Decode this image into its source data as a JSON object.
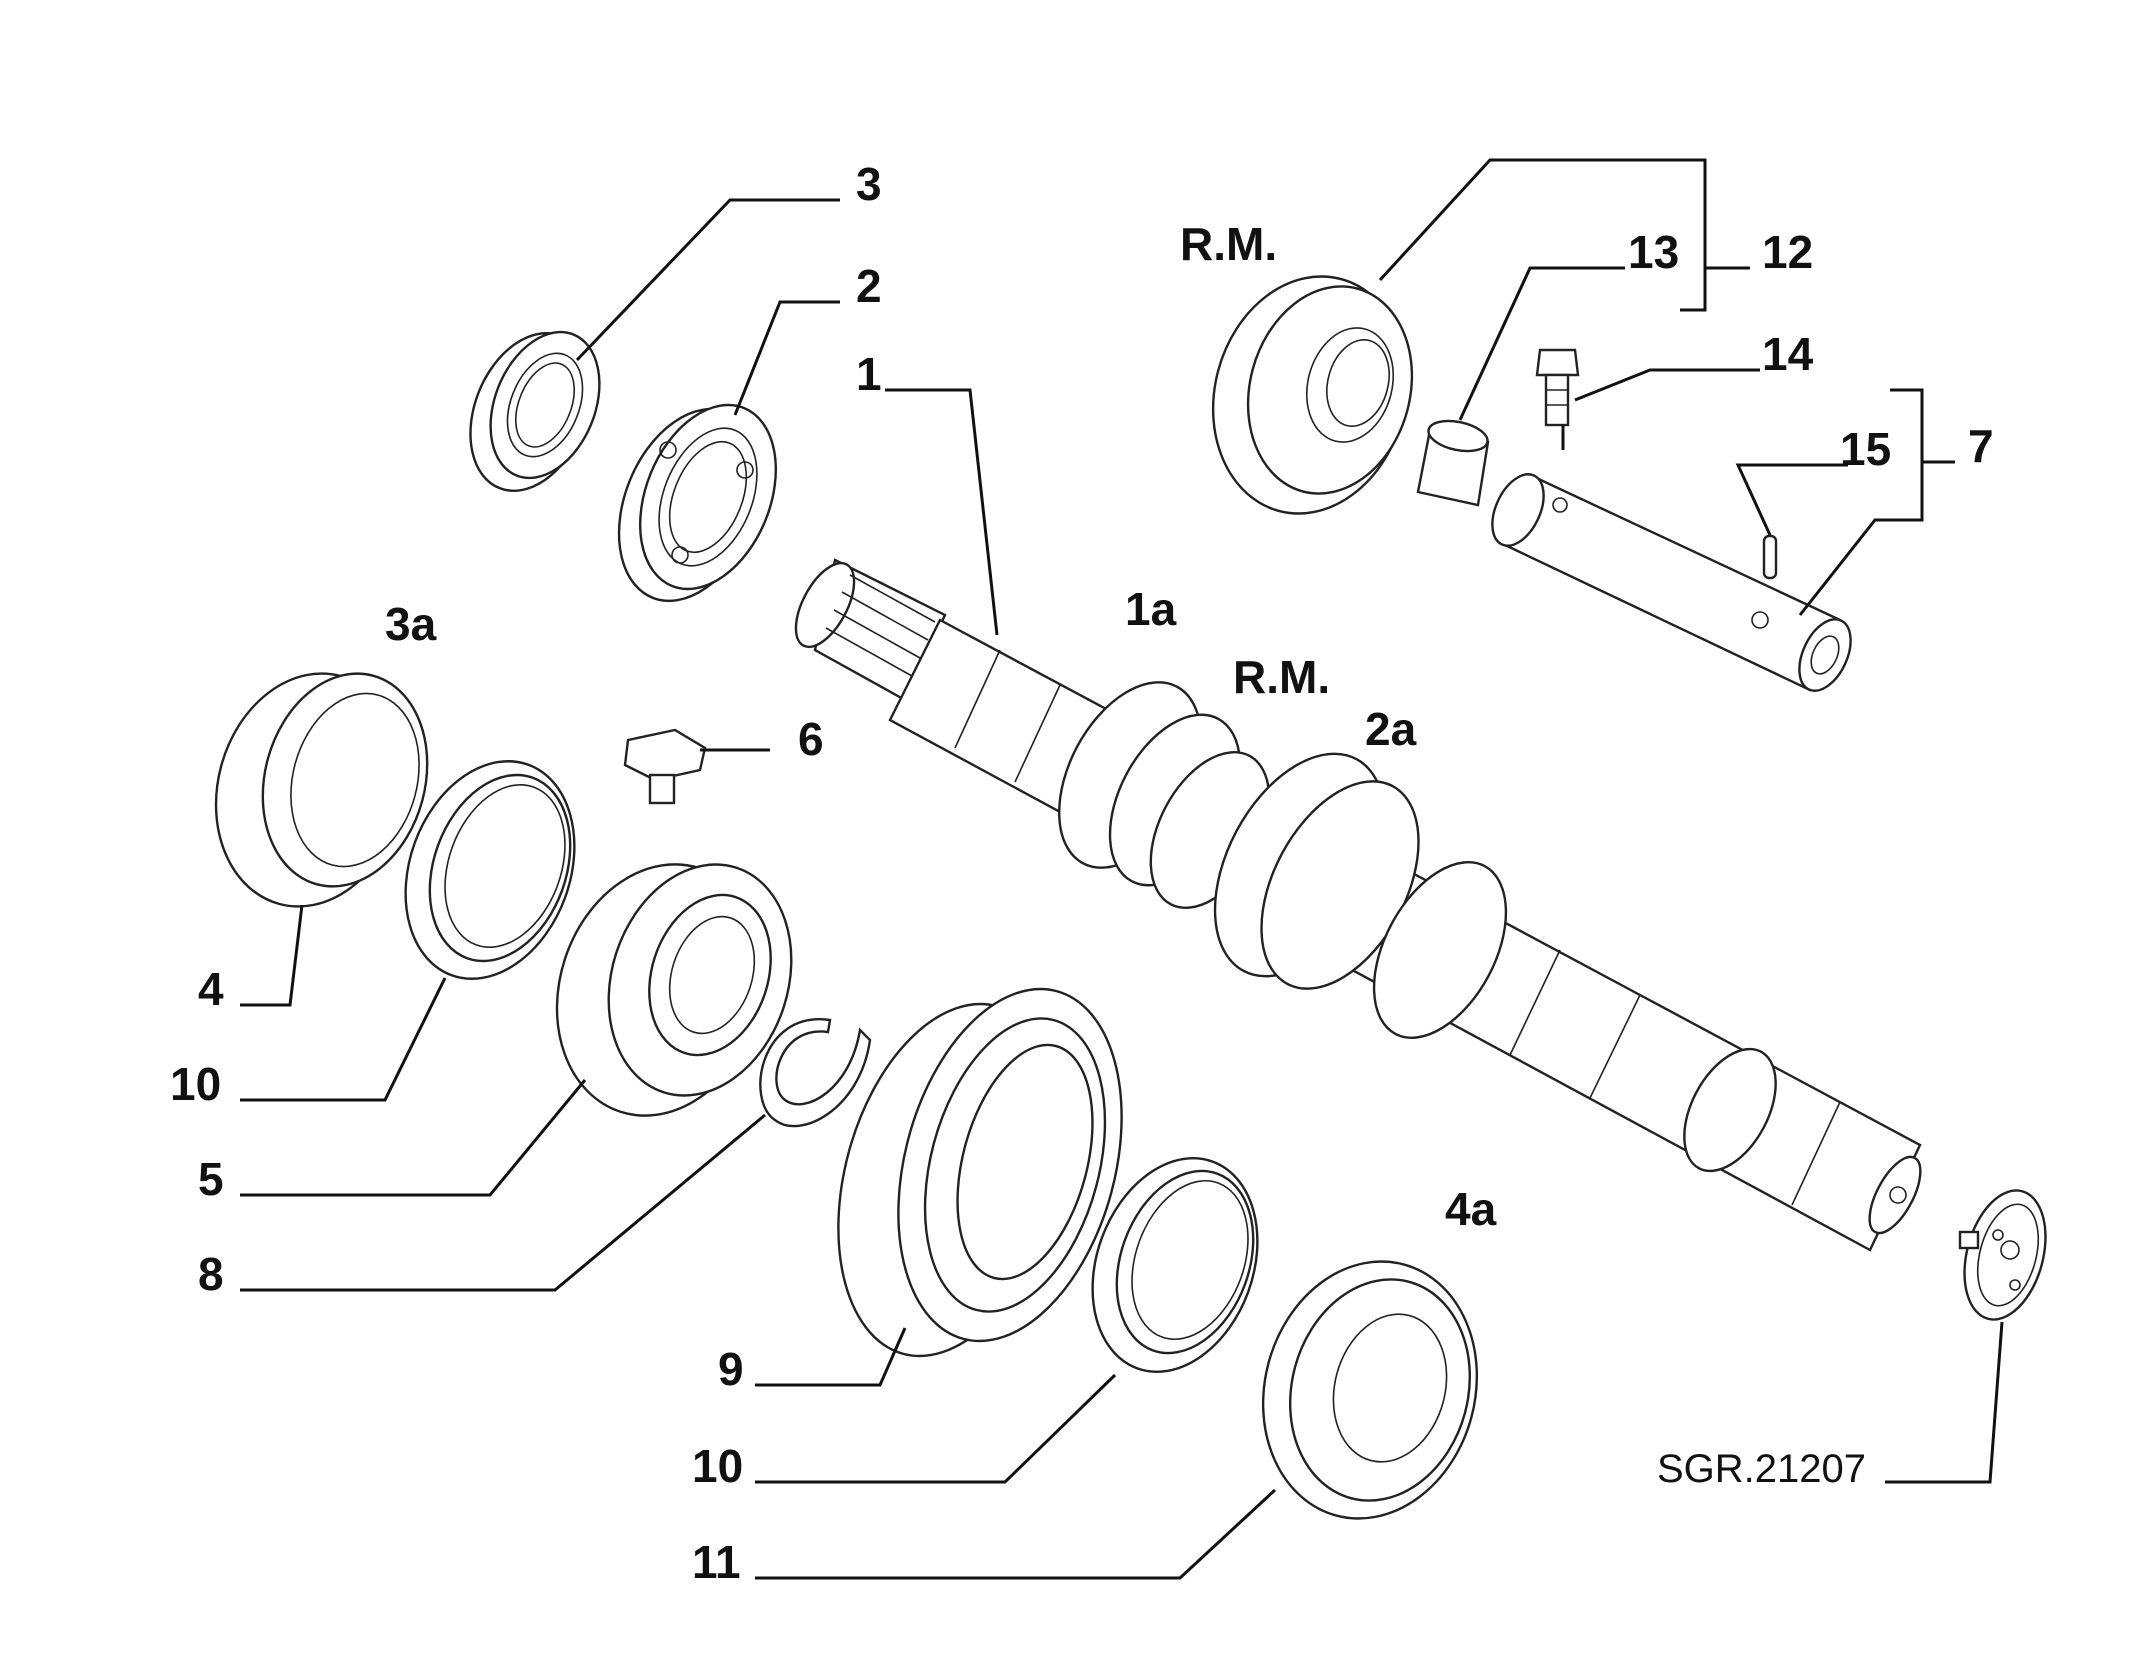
{
  "labels": {
    "p1": "1",
    "p1a": "1a",
    "p2": "2",
    "p2a": "2a",
    "p3": "3",
    "p3a": "3a",
    "p4": "4",
    "p4a": "4a",
    "p5": "5",
    "p6": "6",
    "p7": "7",
    "p8": "8",
    "p9": "9",
    "p10_left": "10",
    "p10_bottom": "10",
    "p11": "11",
    "p12": "12",
    "p13": "13",
    "p14": "14",
    "p15": "15",
    "rm_top": "R.M.",
    "rm_shaft": "R.M."
  },
  "reference_code": "SGR.21207",
  "icons": [
    "gear-icon",
    "bearing-icon",
    "shaft-icon",
    "synchronizer-ring-icon",
    "circlip-icon",
    "bolt-icon",
    "pin-icon",
    "bushing-icon",
    "washer-icon"
  ]
}
